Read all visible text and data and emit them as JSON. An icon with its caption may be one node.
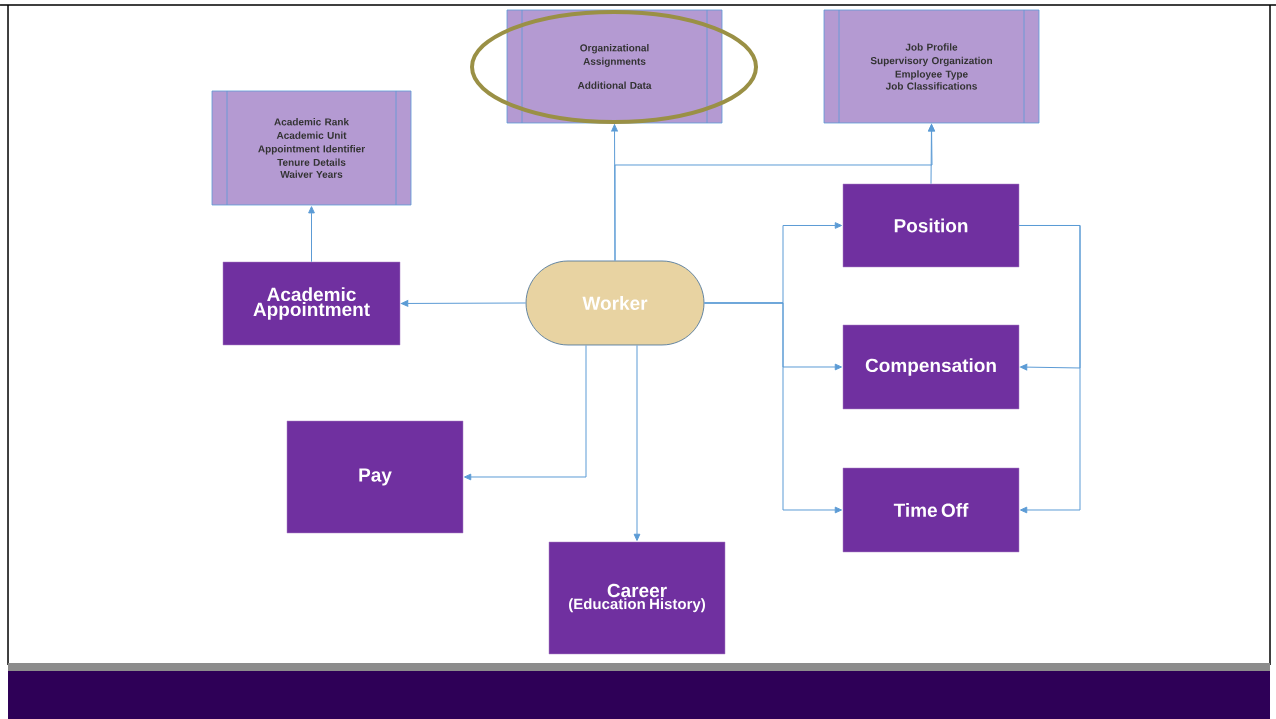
{
  "diagram": {
    "nodes": [
      {
        "text": [
          "Academic Rank",
          "Academic Unit",
          "Appointment Identifier",
          "Tenure Details",
          "Waiver Years"
        ]
      },
      {
        "text": [
          "Organizational Assignments",
          "Additional Data"
        ]
      },
      {
        "text": [
          "Job Profile",
          "Supervisory Organization",
          "Employee Type",
          "Job Classifications"
        ]
      },
      {
        "text": [
          "Academic Appointment"
        ]
      },
      {
        "text": [
          "Worker"
        ]
      },
      {
        "text": [
          "Position"
        ]
      },
      {
        "text": [
          "Compensation"
        ]
      },
      {
        "text": [
          "Time Off"
        ]
      },
      {
        "text": [
          "Pay"
        ]
      },
      {
        "text": [
          "Career",
          "(Education History)"
        ]
      }
    ],
    "edges": [
      {
        "from": 4,
        "to": 1,
        "arrow": "to"
      },
      {
        "from": 4,
        "to": 2,
        "arrow": "to"
      },
      {
        "from": 5,
        "to": 2,
        "arrow": "to"
      },
      {
        "from": 4,
        "to": 3,
        "arrow": "to"
      },
      {
        "from": 3,
        "to": 0,
        "arrow": "to"
      },
      {
        "from": 4,
        "to": 8,
        "arrow": "to"
      },
      {
        "from": 4,
        "to": 9,
        "arrow": "to"
      },
      {
        "from": 4,
        "to": 5,
        "arrow": "to"
      },
      {
        "from": 4,
        "to": 6,
        "arrow": "to"
      },
      {
        "from": 4,
        "to": 7,
        "arrow": "to"
      },
      {
        "from": 5,
        "to": 6,
        "arrow": "to"
      },
      {
        "from": 5,
        "to": 7,
        "arrow": "to"
      }
    ]
  }
}
